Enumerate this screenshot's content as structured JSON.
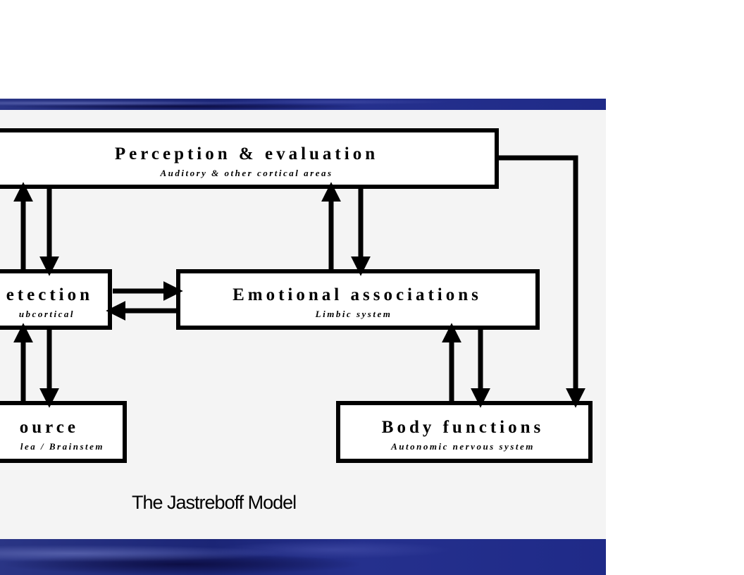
{
  "boxes": {
    "perception": {
      "title": "Perception & evaluation",
      "subtitle": "Auditory & other cortical areas"
    },
    "detection": {
      "title": "etection",
      "subtitle": "ubcortical"
    },
    "emotional": {
      "title": "Emotional associations",
      "subtitle": "Limbic system"
    },
    "source": {
      "title": "ource",
      "subtitle": "lea / Brainstem"
    },
    "body": {
      "title": "Body functions",
      "subtitle": "Autonomic nervous system"
    }
  },
  "caption": "The Jastreboff Model",
  "colors": {
    "band": "#1f2a88",
    "line": "#000000",
    "box_fill": "#ffffff",
    "background": "#f4f4f4"
  }
}
